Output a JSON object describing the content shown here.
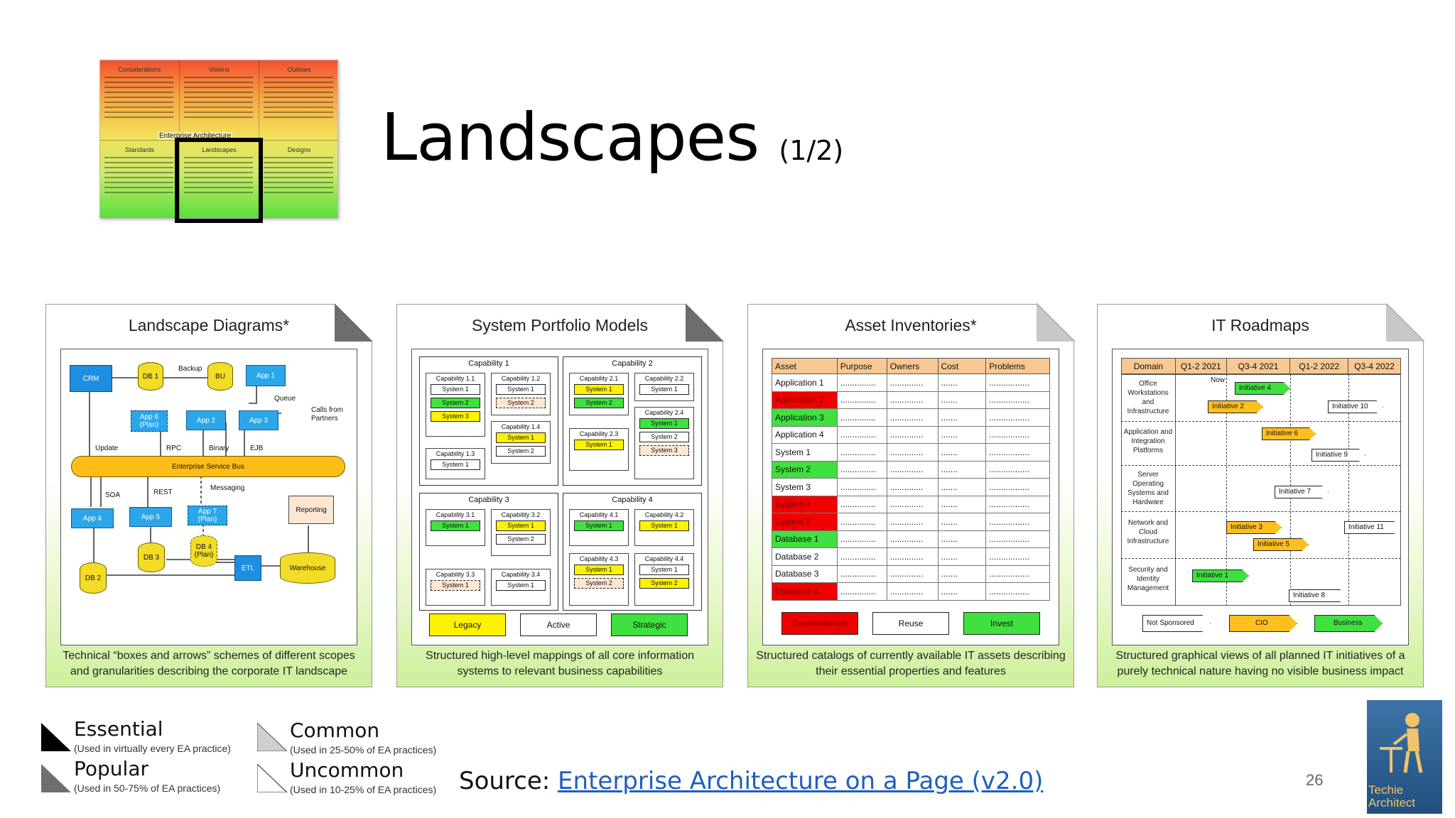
{
  "slide": {
    "title": "Landscapes",
    "title_part": "(1/2)",
    "page_number": "26",
    "source_label": "Source:",
    "source_link": "Enterprise Architecture on a Page (v2.0)"
  },
  "thumbnail": {
    "top_headers": [
      "Considerations",
      "Visions",
      "Outlines"
    ],
    "bottom_headers": [
      "Standards",
      "Landscapes",
      "Designs"
    ],
    "center_label": "Enterprise Architecture"
  },
  "panels": {
    "landscape_diagrams": {
      "title": "Landscape Diagrams*",
      "caption": "Technical “boxes and arrows” schemes of different scopes and granularities describing the corporate IT landscape",
      "nodes": {
        "crm": "CRM",
        "db1": "DB 1",
        "bu": "BU",
        "app1": "App 1",
        "app6": "App 6 (Plan)",
        "app2": "App 2",
        "app3": "App 3",
        "esb": "Enterprise Service Bus",
        "app4": "App 4",
        "app5": "App 5",
        "app7": "App 7 (Plan)",
        "reporting": "Reporting",
        "db3": "DB 3",
        "db4": "DB 4 (Plan)",
        "etl": "ETL",
        "warehouse": "Warehouse",
        "db2": "DB 2"
      },
      "labels": {
        "backup": "Backup",
        "queue": "Queue",
        "calls": "Calls from Partners",
        "update": "Update",
        "rpc": "RPC",
        "binary": "Binary",
        "ejb": "EJB",
        "soa": "SOA",
        "rest": "REST",
        "messaging": "Messaging"
      }
    },
    "system_portfolio": {
      "title": "System Portfolio Models",
      "caption": "Structured high-level mappings of all core information systems to relevant business capabilities",
      "capabilities": [
        {
          "name": "Capability 1",
          "subs": [
            {
              "name": "Capability 1.1",
              "systems": [
                {
                  "n": "System 1",
                  "s": "a"
                },
                {
                  "n": "System 2",
                  "s": "g"
                },
                {
                  "n": "System 3",
                  "s": "y"
                }
              ]
            },
            {
              "name": "Capability 1.2",
              "systems": [
                {
                  "n": "System 1",
                  "s": "a"
                },
                {
                  "n": "System 2",
                  "s": "l"
                }
              ]
            },
            {
              "name": "Capability 1.3",
              "systems": [
                {
                  "n": "System 1",
                  "s": "a"
                }
              ]
            },
            {
              "name": "Capability 1.4",
              "systems": [
                {
                  "n": "System 1",
                  "s": "y"
                },
                {
                  "n": "System 2",
                  "s": "a"
                }
              ]
            }
          ]
        },
        {
          "name": "Capability 2",
          "subs": [
            {
              "name": "Capability 2.1",
              "systems": [
                {
                  "n": "System 1",
                  "s": "y"
                },
                {
                  "n": "System 2",
                  "s": "g"
                }
              ]
            },
            {
              "name": "Capability 2.2",
              "systems": [
                {
                  "n": "System 1",
                  "s": "a"
                }
              ]
            },
            {
              "name": "Capability 2.3",
              "systems": [
                {
                  "n": "System 1",
                  "s": "y"
                }
              ]
            },
            {
              "name": "Capability 2.4",
              "systems": [
                {
                  "n": "System 1",
                  "s": "g"
                },
                {
                  "n": "System 2",
                  "s": "a"
                },
                {
                  "n": "System 3",
                  "s": "l"
                }
              ]
            }
          ]
        },
        {
          "name": "Capability 3",
          "subs": [
            {
              "name": "Capability 3.1",
              "systems": [
                {
                  "n": "System 1",
                  "s": "g"
                }
              ]
            },
            {
              "name": "Capability 3.2",
              "systems": [
                {
                  "n": "System 1",
                  "s": "y"
                },
                {
                  "n": "System 2",
                  "s": "a"
                }
              ]
            },
            {
              "name": "Capability 3.3",
              "systems": [
                {
                  "n": "System 1",
                  "s": "l"
                }
              ]
            },
            {
              "name": "Capability 3.4",
              "systems": [
                {
                  "n": "System 1",
                  "s": "a"
                }
              ]
            }
          ]
        },
        {
          "name": "Capability 4",
          "subs": [
            {
              "name": "Capability 4.1",
              "systems": [
                {
                  "n": "System 1",
                  "s": "g"
                }
              ]
            },
            {
              "name": "Capability 4.2",
              "systems": [
                {
                  "n": "System 1",
                  "s": "y"
                }
              ]
            },
            {
              "name": "Capability 4.3",
              "systems": [
                {
                  "n": "System 1",
                  "s": "y"
                },
                {
                  "n": "System 2",
                  "s": "l"
                }
              ]
            },
            {
              "name": "Capability 4.4",
              "systems": [
                {
                  "n": "System 1",
                  "s": "a"
                },
                {
                  "n": "System 2",
                  "s": "y"
                }
              ]
            }
          ]
        }
      ],
      "legend": [
        "Legacy",
        "Active",
        "Strategic"
      ]
    },
    "asset_inventories": {
      "title": "Asset Inventories*",
      "caption": "Structured catalogs of currently available IT assets describing their essential properties and features",
      "columns": [
        "Asset",
        "Purpose",
        "Owners",
        "Cost",
        "Problems"
      ],
      "rows": [
        {
          "asset": "Application 1",
          "status": ""
        },
        {
          "asset": "Application 2",
          "status": "red"
        },
        {
          "asset": "Application 3",
          "status": "grn"
        },
        {
          "asset": "Application 4",
          "status": ""
        },
        {
          "asset": "System 1",
          "status": ""
        },
        {
          "asset": "System 2",
          "status": "grn"
        },
        {
          "asset": "System 3",
          "status": ""
        },
        {
          "asset": "System 4",
          "status": "red"
        },
        {
          "asset": "System 5",
          "status": "red"
        },
        {
          "asset": "Database 1",
          "status": "grn"
        },
        {
          "asset": "Database 2",
          "status": ""
        },
        {
          "asset": "Database 3",
          "status": ""
        },
        {
          "asset": "Database 4",
          "status": "red"
        }
      ],
      "cell_placeholders": [
        "...............",
        "..............",
        ".......",
        "................."
      ],
      "legend": [
        "Decommission",
        "Reuse",
        "Invest"
      ]
    },
    "it_roadmaps": {
      "title": "IT Roadmaps",
      "caption": "Structured graphical views of all planned IT initiatives of a purely technical nature having no visible business impact",
      "columns": [
        "Domain",
        "Q1-2 2021",
        "Q3-4 2021",
        "Q1-2 2022",
        "Q3-4 2022"
      ],
      "now_label": "Now",
      "domains": [
        "Office Workstations and Infrastructure",
        "Application and Integration Platforms",
        "Server Operating Systems and Hardware",
        "Network and Cloud Infrastructure",
        "Security and Identity Management"
      ],
      "initiatives": {
        "i4": "Initiative 4",
        "i2": "Initiative 2",
        "i10": "Initiative 10",
        "i6": "Initiative 6",
        "i9": "Initiative 9",
        "i7": "Initiative 7",
        "i3": "Initiative 3",
        "i11": "Initiative 11",
        "i5": "Initiative 5",
        "i1": "Initiative 1",
        "i8": "Initiative 8"
      },
      "legend": [
        "Not Sponsored",
        "CIO",
        "Business"
      ]
    }
  },
  "frequency_legend": [
    {
      "name": "Essential",
      "note": "(Used in virtually every EA practice)"
    },
    {
      "name": "Common",
      "note": "(Used in 25-50% of EA practices)"
    },
    {
      "name": "Popular",
      "note": "(Used in 50-75% of EA practices)"
    },
    {
      "name": "Uncommon",
      "note": "(Used in 10-25% of EA practices)"
    }
  ],
  "logo": {
    "line1": "Techie",
    "line2": "Architect"
  },
  "colors": {
    "green": "#3fe03f",
    "yellow": "#fff200",
    "red": "#f10000",
    "orange": "#ffbf1f",
    "header": "#f7c891",
    "blue": "#1e8fe0"
  }
}
